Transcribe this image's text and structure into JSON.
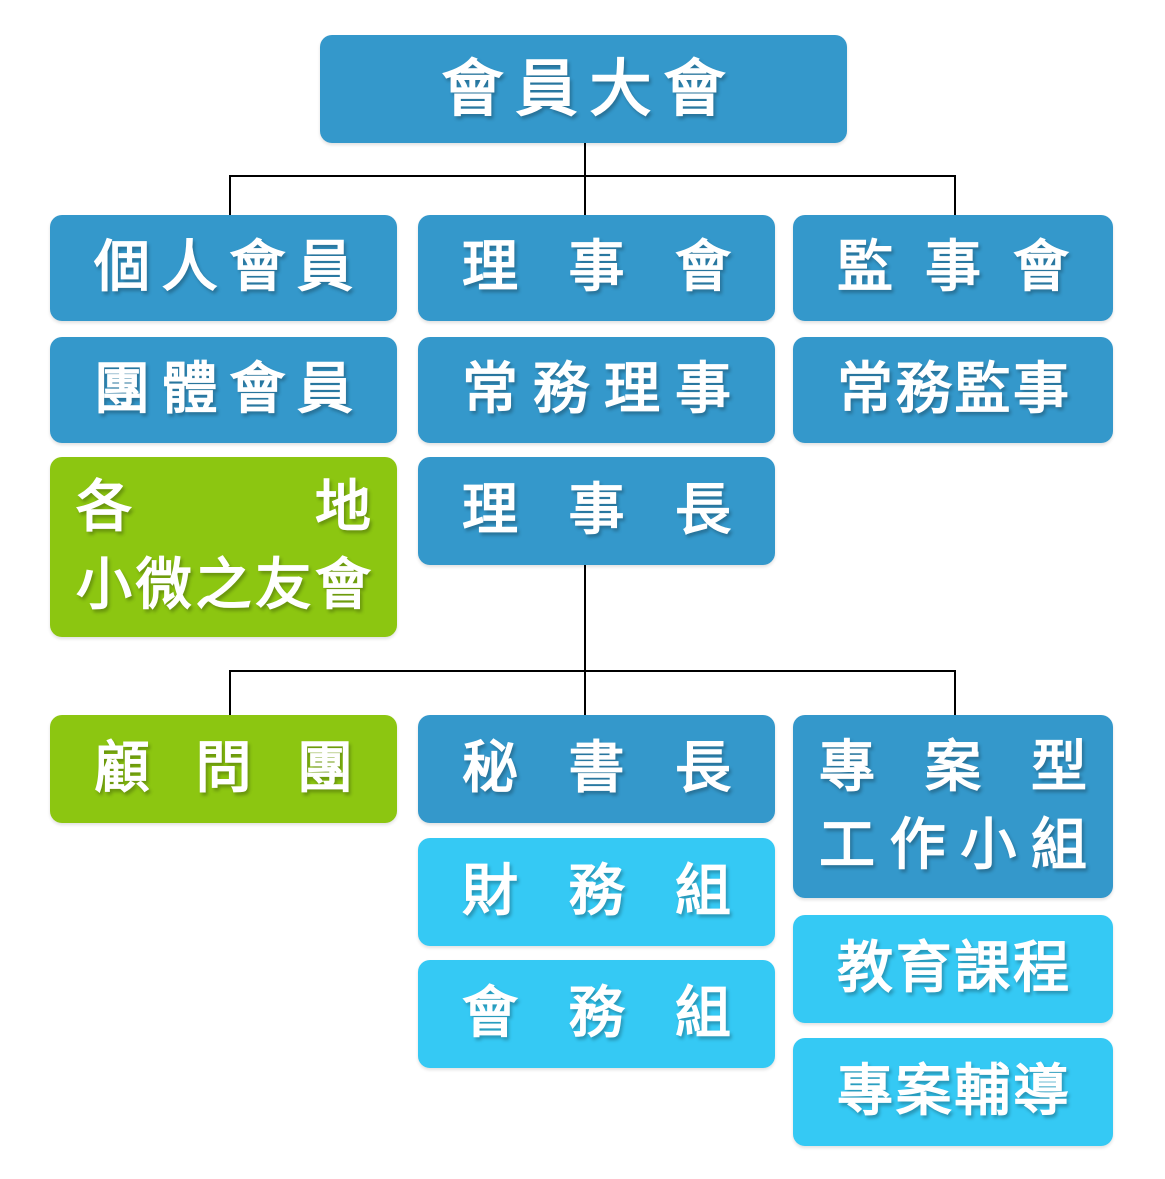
{
  "diagram": {
    "kind": "org-chart",
    "colors": {
      "blue": "#3498cb",
      "light_blue": "#35c9f4",
      "green": "#8cc611",
      "text": "#ffffff",
      "line": "#000000",
      "background": "#ffffff"
    },
    "nodes": {
      "member_assembly": {
        "label": "會員大會",
        "lines": [
          "會員大會"
        ],
        "color": "blue"
      },
      "individual_members": {
        "label": "個人會員",
        "lines": [
          "個人會員"
        ],
        "color": "blue"
      },
      "board_of_directors": {
        "label": "理事會",
        "lines": [
          "理事會"
        ],
        "color": "blue"
      },
      "board_of_supervisors": {
        "label": "監事會",
        "lines": [
          "監事會"
        ],
        "color": "blue"
      },
      "group_members": {
        "label": "團體會員",
        "lines": [
          "團體會員"
        ],
        "color": "blue"
      },
      "standing_directors": {
        "label": "常務理事",
        "lines": [
          "常務理事"
        ],
        "color": "blue"
      },
      "standing_supervisors": {
        "label": "常務監事",
        "lines": [
          "常務監事"
        ],
        "color": "blue"
      },
      "local_friends_clubs": {
        "label": "各地小微之友會",
        "lines": [
          "各地",
          "小微之友會"
        ],
        "color": "green"
      },
      "chairman": {
        "label": "理事長",
        "lines": [
          "理事長"
        ],
        "color": "blue"
      },
      "advisory_group": {
        "label": "顧問團",
        "lines": [
          "顧問團"
        ],
        "color": "green"
      },
      "secretary_general": {
        "label": "秘書長",
        "lines": [
          "秘書長"
        ],
        "color": "blue"
      },
      "finance_team": {
        "label": "財務組",
        "lines": [
          "財務組"
        ],
        "color": "light_blue"
      },
      "affairs_team": {
        "label": "會務組",
        "lines": [
          "會務組"
        ],
        "color": "light_blue"
      },
      "project_workgroup": {
        "label": "專案型工作小組",
        "lines": [
          "專案型",
          "工作小組"
        ],
        "color": "blue"
      },
      "education_courses": {
        "label": "教育課程",
        "lines": [
          "教育課程"
        ],
        "color": "light_blue"
      },
      "project_coaching": {
        "label": "專案輔導",
        "lines": [
          "專案輔導"
        ],
        "color": "light_blue"
      }
    },
    "edges": [
      {
        "from": "member_assembly",
        "to": [
          "individual_members",
          "board_of_directors",
          "board_of_supervisors"
        ]
      },
      {
        "from": "chairman",
        "to": [
          "advisory_group",
          "secretary_general",
          "project_workgroup"
        ]
      }
    ]
  }
}
